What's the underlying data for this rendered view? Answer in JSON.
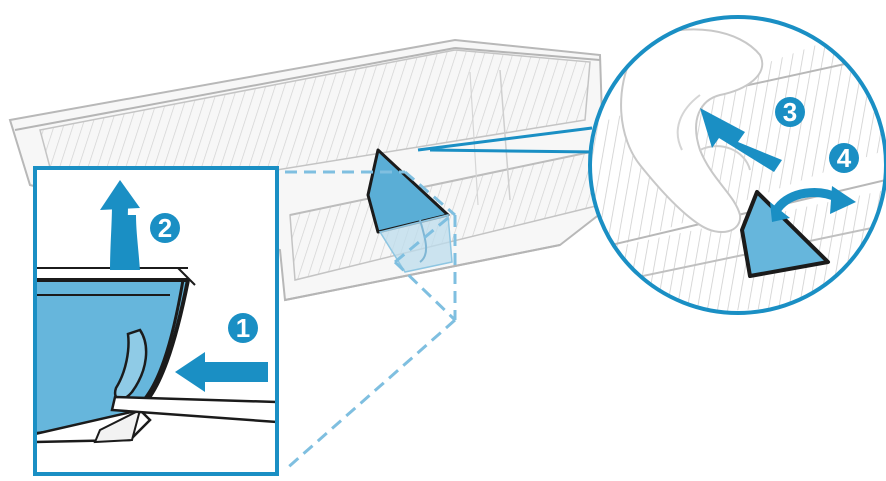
{
  "steps": {
    "step1": "1",
    "step2": "2",
    "step3": "3",
    "step4": "4"
  },
  "colors": {
    "accent": "#1a8fc4",
    "accent_dark": "#0d6fa3",
    "part_fill": "#66b6dc",
    "line": "#222222",
    "tray_line": "#b8b8b8",
    "callout_dash": "#7fbfe0"
  },
  "icons": [
    "arrow-up-curved-icon",
    "arrow-left-icon",
    "arrow-up-left-icon",
    "arrow-rotate-icon"
  ]
}
